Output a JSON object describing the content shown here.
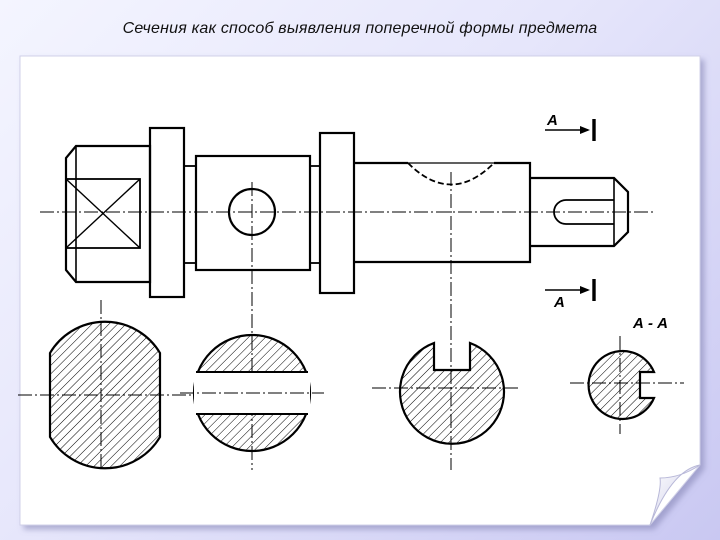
{
  "slide": {
    "title": "Сечения как способ выявления поперечной формы предмета"
  },
  "labels": {
    "cut_top": "А",
    "cut_bottom": "А",
    "section_name": "А - А"
  },
  "colors": {
    "line": "#000000",
    "paper": "#ffffff",
    "shadow": "#9a99c8"
  }
}
